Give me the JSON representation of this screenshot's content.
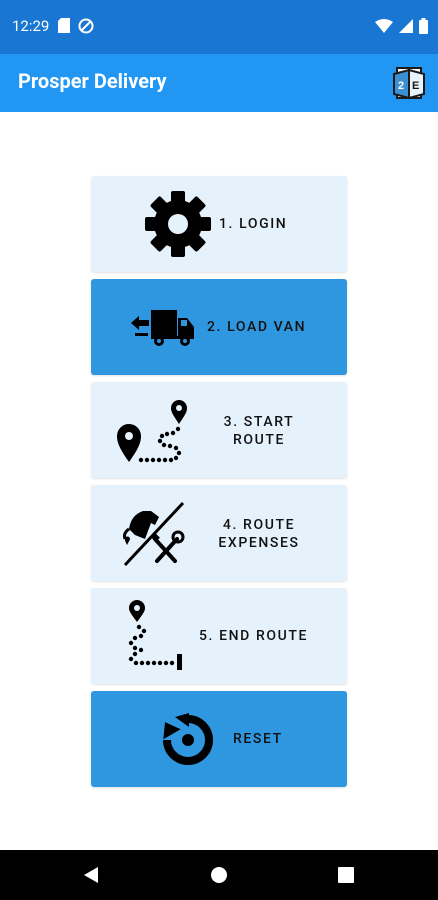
{
  "status_bar": {
    "time": "12:29",
    "left_icons": [
      "sd-card-icon",
      "no-disturb-icon"
    ],
    "right_icons": [
      "wifi-icon",
      "signal-icon",
      "battery-icon"
    ]
  },
  "app_bar": {
    "title": "Prosper Delivery",
    "logo_icon": "app-logo-icon"
  },
  "menu": {
    "items": [
      {
        "label": "1. LOGIN",
        "icon": "gear-icon",
        "style": "light"
      },
      {
        "label": "2. LOAD VAN",
        "icon": "truck-loading-icon",
        "style": "accent"
      },
      {
        "label_line1": "3. START",
        "label_line2": "ROUTE",
        "icon": "route-start-icon",
        "style": "light"
      },
      {
        "label_line1": "4. ROUTE",
        "label_line2": "EXPENSES",
        "icon": "fuel-tools-icon",
        "style": "light"
      },
      {
        "label": "5. END ROUTE",
        "icon": "route-end-icon",
        "style": "light"
      },
      {
        "label": "RESET",
        "icon": "reset-icon",
        "style": "accent"
      }
    ]
  },
  "nav_bar": {
    "icons": [
      "back-icon",
      "home-icon",
      "recents-icon"
    ]
  },
  "colors": {
    "status_bar": "#1976d2",
    "app_bar": "#2196f3",
    "button_light": "#e5f1fb",
    "button_accent": "#2f96e0",
    "nav_bar": "#000000"
  }
}
